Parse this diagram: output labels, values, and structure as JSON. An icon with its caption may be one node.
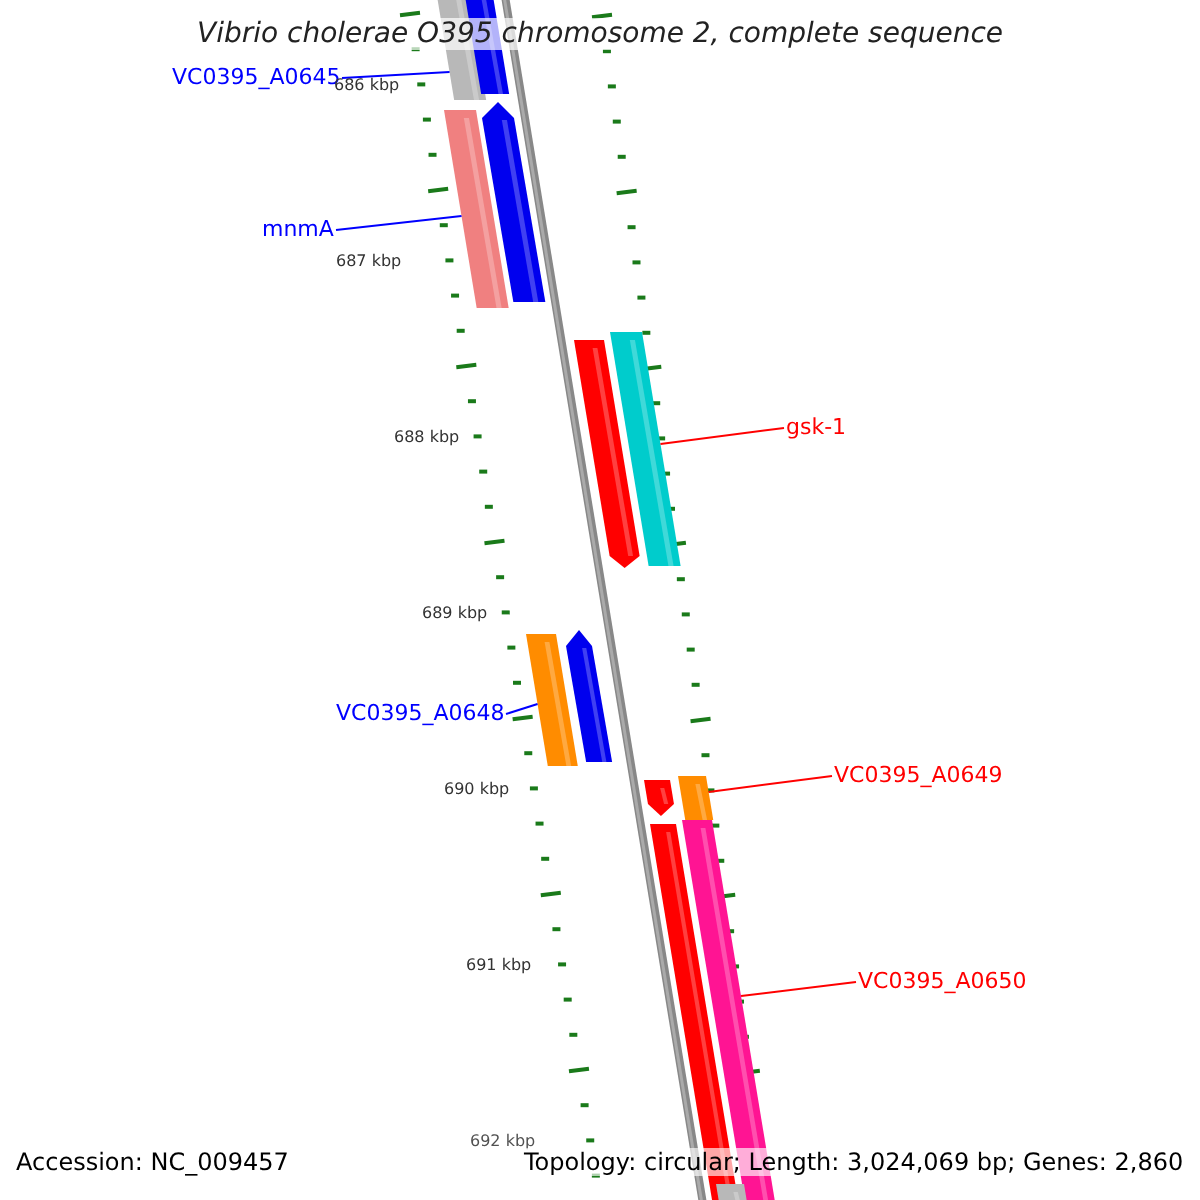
{
  "diagram": {
    "title": "Vibrio cholerae O395 chromosome 2, complete sequence",
    "nodes": [
      {
        "text": [],
        "shape": "bar"
      },
      {
        "text": [],
        "shape": "bar"
      },
      {
        "text": [],
        "shape": "bar"
      },
      {
        "text": [],
        "shape": "bar"
      },
      {
        "text": [],
        "shape": "bar"
      },
      {
        "text": [],
        "shape": "bar"
      },
      {
        "text": [],
        "shape": "bar"
      },
      {
        "text": [],
        "shape": "bar"
      },
      {
        "text": [],
        "shape": "bar"
      },
      {
        "text": [],
        "shape": "bar"
      },
      {
        "text": [],
        "shape": "bar"
      },
      {
        "text": [],
        "shape": "bar"
      },
      {
        "text": [],
        "shape": "bar"
      },
      {
        "text": [
          "VC0395_A0645"
        ]
      },
      {
        "text": [
          "mnmA"
        ]
      },
      {
        "text": [
          "gsk-1"
        ]
      },
      {
        "text": [
          "VC0395_A0648"
        ]
      },
      {
        "text": [
          "VC0395_A0649"
        ]
      },
      {
        "text": [
          "VC0395_A0650"
        ]
      }
    ],
    "edges": [
      {
        "from": 13,
        "to": 0,
        "arrow": "none",
        "color": "#0000ff"
      },
      {
        "from": 14,
        "to": 2,
        "arrow": "none",
        "color": "#0000ff"
      },
      {
        "from": 15,
        "to": 5,
        "arrow": "none",
        "color": "#ff0000"
      },
      {
        "from": 16,
        "to": 6,
        "arrow": "none",
        "color": "#0000ff"
      },
      {
        "from": 17,
        "to": 9,
        "arrow": "none",
        "color": "#ff0000"
      },
      {
        "from": 18,
        "to": 11,
        "arrow": "none",
        "color": "#ff0000"
      }
    ],
    "labels": [
      "686 kbp",
      "687 kbp",
      "688 kbp",
      "689 kbp",
      "690 kbp",
      "691 kbp",
      "692 kbp",
      "Accession: NC_009457",
      "Topology: circular; Length: 3,024,069 bp; Genes: 2,860"
    ]
  }
}
